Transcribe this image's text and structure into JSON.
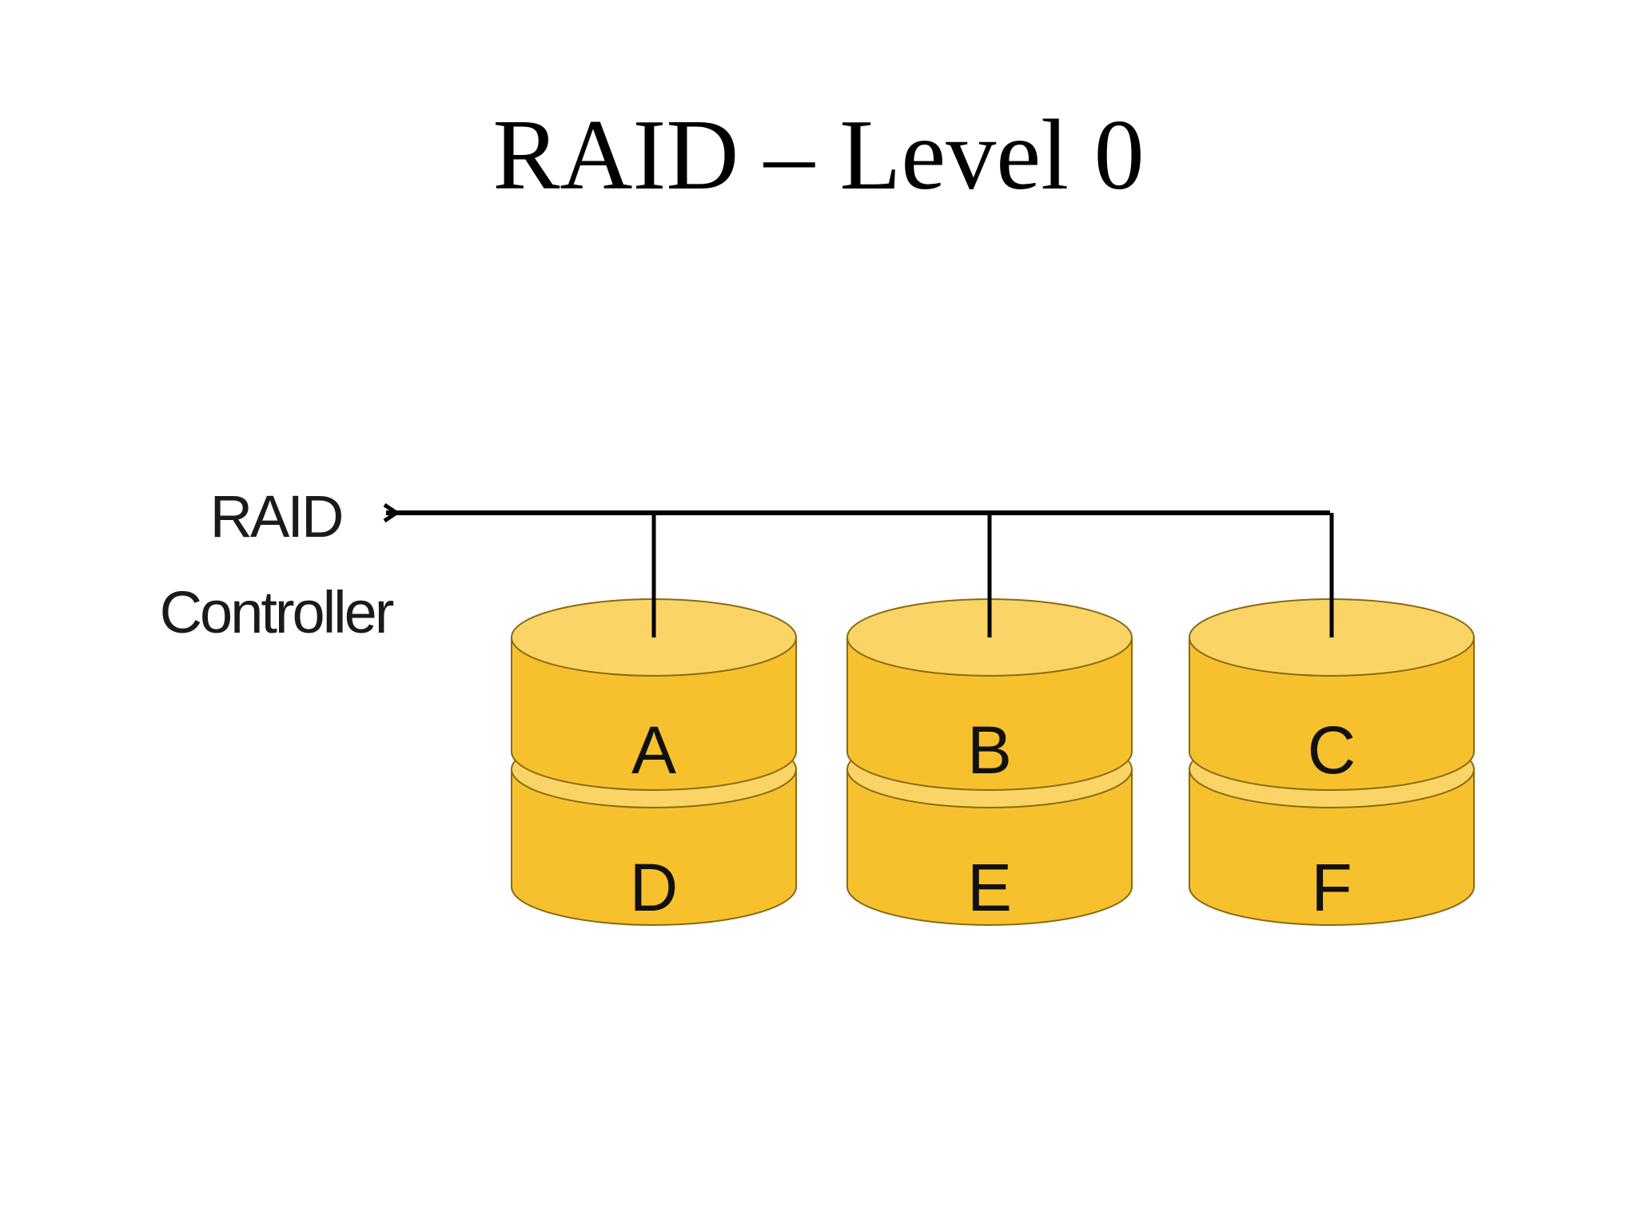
{
  "slide": {
    "title": "RAID – Level 0"
  },
  "diagram": {
    "controller_label_line1": "RAID",
    "controller_label_line2": "Controller",
    "disks": [
      {
        "top_block": "A",
        "bottom_block": "D"
      },
      {
        "top_block": "B",
        "bottom_block": "E"
      },
      {
        "top_block": "C",
        "bottom_block": "F"
      }
    ],
    "colors": {
      "disk_fill": "#F7C12E",
      "disk_top": "#FAD466",
      "disk_outline": "#8A6A12",
      "bus_line": "#000000"
    }
  }
}
